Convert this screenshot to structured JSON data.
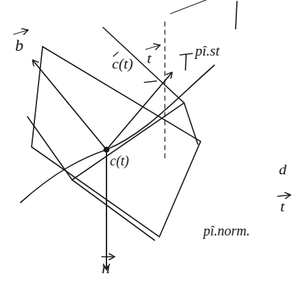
{
  "diagram": {
    "labels": [
      "b",
      "c(t)",
      "t",
      "pî.st",
      "c(t)",
      "d",
      "pî.norm.",
      "t",
      "n"
    ]
  }
}
